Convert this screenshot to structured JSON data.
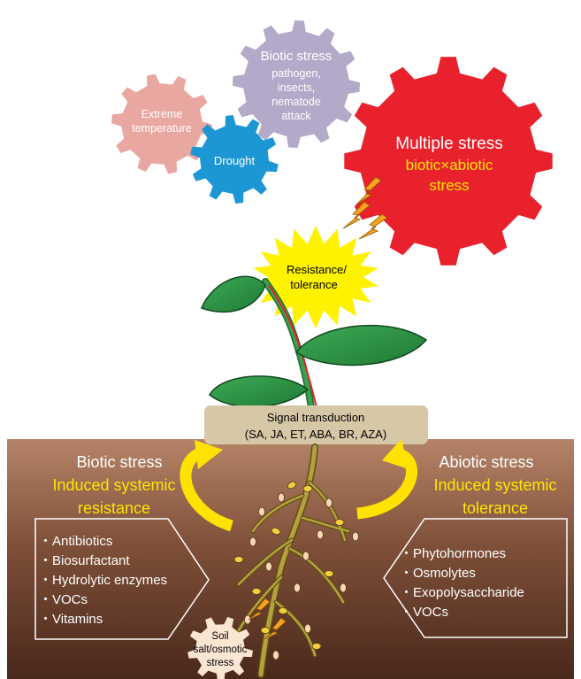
{
  "gears": {
    "extreme": {
      "line1": "Extreme",
      "line2": "temperature",
      "color": "#E9A7A2"
    },
    "drought": {
      "label": "Drought",
      "color": "#1D97D4"
    },
    "biotic": {
      "title": "Biotic stress",
      "line1": "pathogen,",
      "line2": "insects,",
      "line3": "nematode",
      "line4": "attack",
      "color": "#B3A9C9"
    },
    "multiple": {
      "title": "Multiple stress",
      "line1": "biotic×abiotic",
      "line2": "stress",
      "color": "#E8212C",
      "accent": "#FFE600"
    }
  },
  "resistance": {
    "line1": "Resistance/",
    "line2": "tolerance",
    "color": "#FFF200"
  },
  "signal": {
    "title": "Signal transduction",
    "molecules": "(SA, JA, ET, ABA, BR, AZA)",
    "color": "#D6C7A6"
  },
  "left": {
    "heading": "Biotic stress",
    "induced_line1": "Induced systemic",
    "induced_line2": "resistance",
    "items": [
      "Antibiotics",
      "Biosurfactant",
      "Hydrolytic enzymes",
      "VOCs",
      "Vitamins"
    ]
  },
  "right": {
    "heading": "Abiotic stress",
    "induced_line1": "Induced systemic",
    "induced_line2": "tolerance",
    "items": [
      "Phytohormones",
      "Osmolytes",
      "Exopolysaccharide",
      "VOCs"
    ]
  },
  "soil": {
    "line1": "Soil",
    "line2": "salt/osmotic",
    "line3": "stress"
  },
  "colors": {
    "soil_top": "#B07F66",
    "soil_bottom": "#4E2B1E",
    "yellow_text": "#FFE600",
    "leaf": "#2E9B47",
    "root": "#A6943A"
  }
}
